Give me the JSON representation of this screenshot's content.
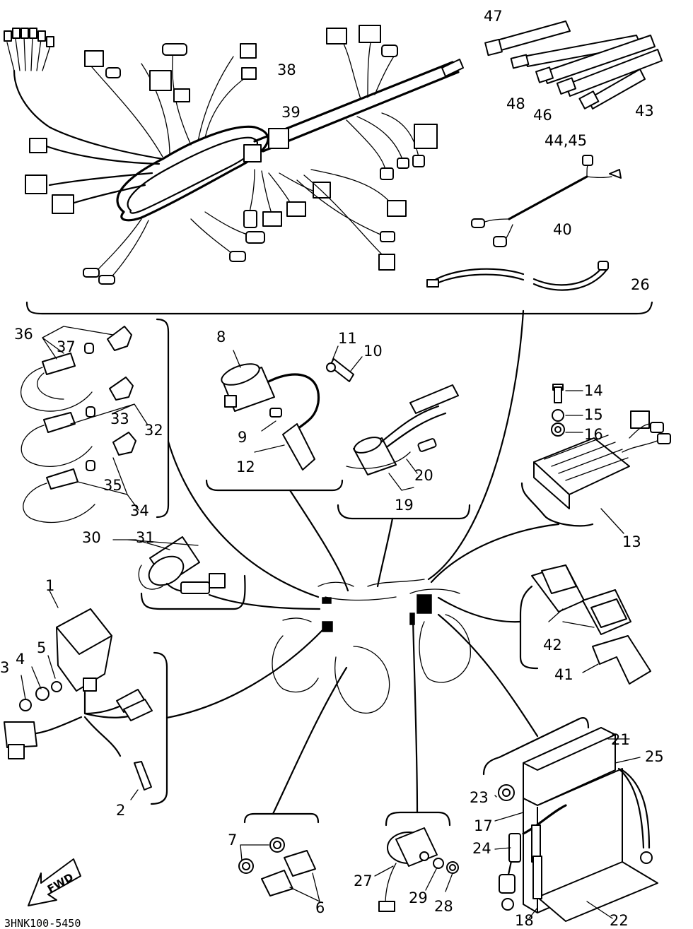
{
  "diagram_code": "3HNK100-5450",
  "fwd_label": "FWD",
  "labels": {
    "p1": "1",
    "p2": "2",
    "p3": "3",
    "p4": "4",
    "p5": "5",
    "p6": "6",
    "p7": "7",
    "p8": "8",
    "p9": "9",
    "p10": "10",
    "p11": "11",
    "p12": "12",
    "p13": "13",
    "p14": "14",
    "p15": "15",
    "p16": "16",
    "p17": "17",
    "p18": "18",
    "p19": "19",
    "p20": "20",
    "p21": "21",
    "p22": "22",
    "p23": "23",
    "p24": "24",
    "p25": "25",
    "p26": "26",
    "p27": "27",
    "p28": "28",
    "p29": "29",
    "p30": "30",
    "p31": "31",
    "p32": "32",
    "p33": "33",
    "p34": "34",
    "p35": "35",
    "p36": "36",
    "p37": "37",
    "p38": "38",
    "p39": "39",
    "p40": "40",
    "p41": "41",
    "p42": "42",
    "p43": "43",
    "p4445": "44,45",
    "p46": "46",
    "p47": "47",
    "p48": "48"
  }
}
